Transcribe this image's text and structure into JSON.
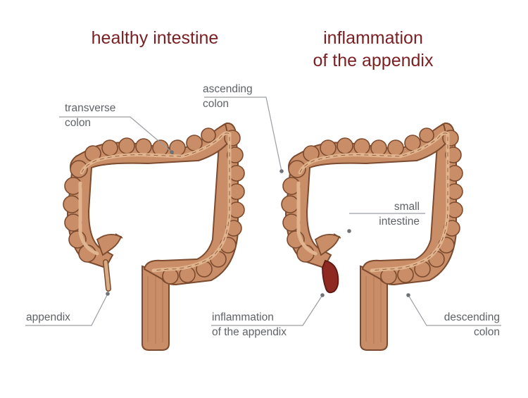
{
  "titles": {
    "healthy": "healthy intestine",
    "inflamed_line1": "inflammation",
    "inflamed_line2": "of the appendix"
  },
  "labels": {
    "transverse_colon": [
      "transverse",
      "colon"
    ],
    "ascending_colon": [
      "ascending",
      "colon"
    ],
    "small_intestine": [
      "small",
      "intestine"
    ],
    "appendix": "appendix",
    "inflammation_appendix": [
      "inflammation",
      "of the appendix"
    ],
    "descending_colon": [
      "descending",
      "colon"
    ]
  },
  "colors": {
    "title": "#7a1f22",
    "label_text": "#5f6266",
    "leader_line": "#9a9ea3",
    "colon_fill": "#c98e68",
    "colon_outline": "#7c4a2e",
    "colon_band": "#e0b48e",
    "inflamed_appendix": "#8e2a22"
  }
}
